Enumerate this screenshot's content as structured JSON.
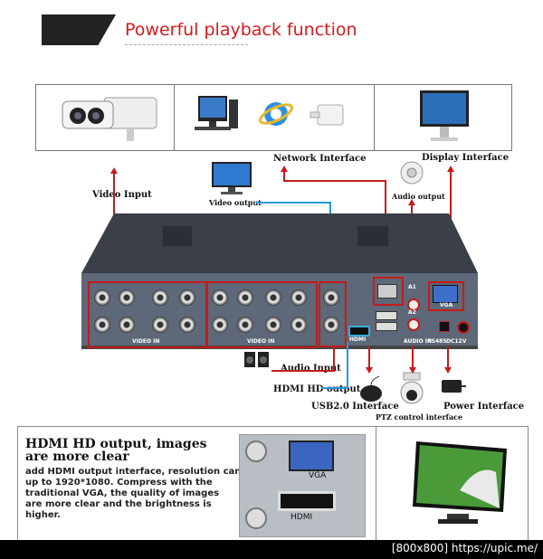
{
  "header": {
    "title": "Powerful playback function",
    "title_color": "#d7191b"
  },
  "top_icons": [
    "camera-icon",
    "desktop-computer-icon",
    "internet-explorer-icon",
    "network-router-icon",
    "monitor-icon"
  ],
  "labels": {
    "video_input": "Video Input",
    "video_output": "Video output",
    "network_interface": "Network Interface",
    "display_interface": "Display Interface",
    "audio_output": "Audio output",
    "audio_input": "Audio Input",
    "hdmi_hd_output": "HDMI HD output",
    "usb_interface": "USB2.0 Interface",
    "ptz_interface": "PTZ control interface",
    "power_interface": "Power Interface"
  },
  "panel": {
    "video_in_left": "VIDEO IN",
    "video_in_right": "VIDEO IN",
    "vga": "VGA",
    "hdmi": "HDMI",
    "audio_in": "AUDIO IN",
    "rs485": "RS485",
    "dc12v": "DC12V",
    "a1": "A1",
    "a2": "A2"
  },
  "bottom": {
    "heading_line1": "HDMI HD output, images",
    "heading_line2": "are more clear",
    "body_line1": "add HDMI output interface, resolution can",
    "body_line2": "up to 1920*1080. Compress with the",
    "body_line3": "traditional VGA,  the quality of images",
    "body_line4": "are  more clear and the brightness is higher.",
    "photo_vga": "VGA",
    "photo_hdmi": "HDMI"
  },
  "watermark": "[800x800] https://upic.me/",
  "colors": {
    "accent_red": "#c51b1b",
    "accent_blue": "#2299dd",
    "panel": "#5d6878"
  }
}
